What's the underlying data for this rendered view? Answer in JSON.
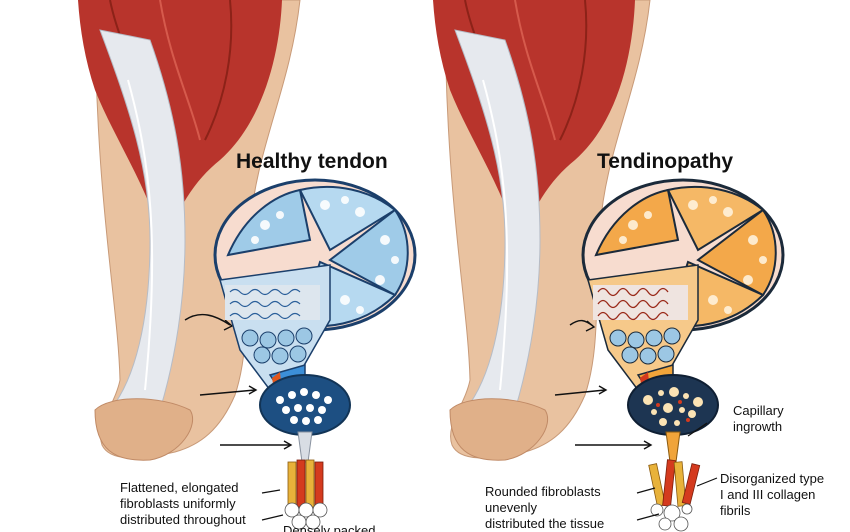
{
  "colors": {
    "muscle": "#b8342c",
    "tendon": "#e6e9ee",
    "skin": "#e9c2a0",
    "healthy_accent": "#3c8fd8",
    "pathology_accent": "#f0a43a"
  },
  "panels": [
    {
      "title": "Healthy tendon",
      "labels": [
        "Flattened, elongated\nfibroblasts uniformly\ndistributed throughout",
        "Densely packed"
      ]
    },
    {
      "title": "Tendinopathy",
      "labels": [
        "Capillary\ningrowth",
        "Disorganized type\nI and III collagen\nfibrils",
        "Rounded fibroblasts\nunevenly\ndistributed the tissue"
      ]
    }
  ]
}
